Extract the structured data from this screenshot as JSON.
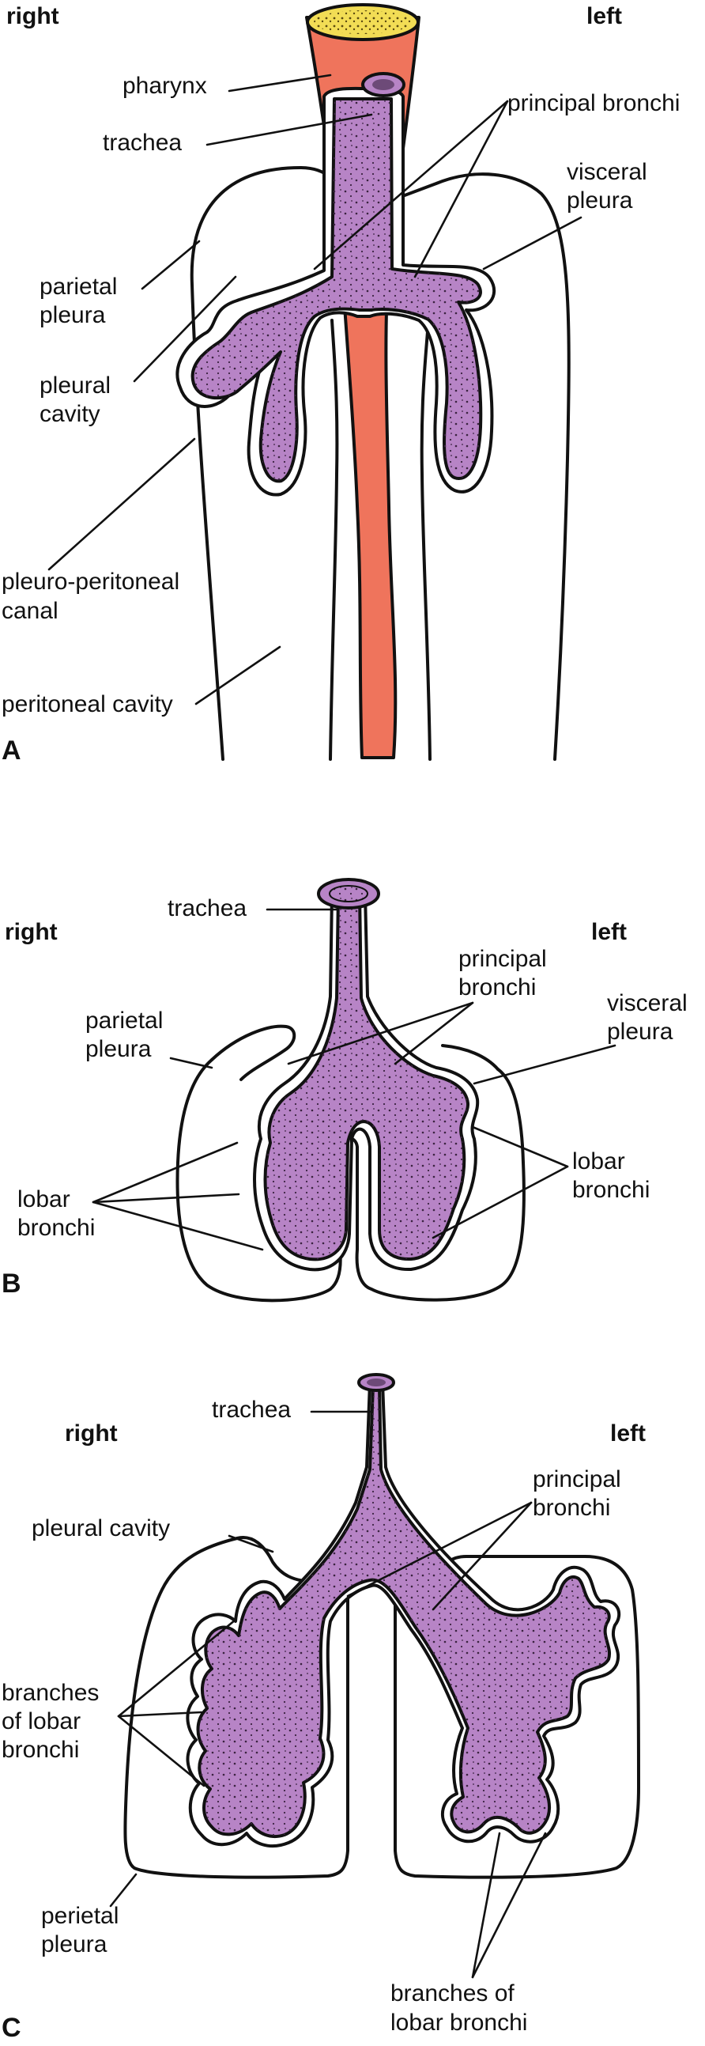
{
  "panel_A": {
    "side_right": "right",
    "side_left": "left",
    "letter": "A",
    "labels": {
      "pharynx": "pharynx",
      "trachea": "trachea",
      "principal_bronchi": "principal bronchi",
      "visceral_1": "visceral",
      "visceral_2": "pleura",
      "parietal_1": "parietal",
      "parietal_2": "pleura",
      "pleural_cavity_1": "pleural",
      "pleural_cavity_2": "cavity",
      "pp_canal_1": "pleuro-peritoneal",
      "pp_canal_2": "canal",
      "peritoneal_cavity": "peritoneal cavity"
    }
  },
  "panel_B": {
    "side_right": "right",
    "side_left": "left",
    "letter": "B",
    "labels": {
      "trachea": "trachea",
      "principal_1": "principal",
      "principal_2": "bronchi",
      "visceral_1": "visceral",
      "visceral_2": "pleura",
      "parietal_1": "parietal",
      "parietal_2": "pleura",
      "lobar_right_1": "lobar",
      "lobar_right_2": "bronchi",
      "lobar_left_1": "lobar",
      "lobar_left_2": "bronchi"
    }
  },
  "panel_C": {
    "side_right": "right",
    "side_left": "left",
    "letter": "C",
    "labels": {
      "trachea": "trachea",
      "principal_1": "principal",
      "principal_2": "bronchi",
      "pleural_cavity": "pleural cavity",
      "branches_right_1": "branches",
      "branches_right_2": "of lobar",
      "branches_right_3": "bronchi",
      "perietal_1": "perietal",
      "perietal_2": "pleura",
      "branches_left_1": "branches of",
      "branches_left_2": "lobar bronchi"
    }
  },
  "colors": {
    "lung_purple": "#b784c6",
    "esophagus_orange": "#ef745c",
    "lumen_yellow": "#f2dd55",
    "outline_black": "#111111"
  }
}
